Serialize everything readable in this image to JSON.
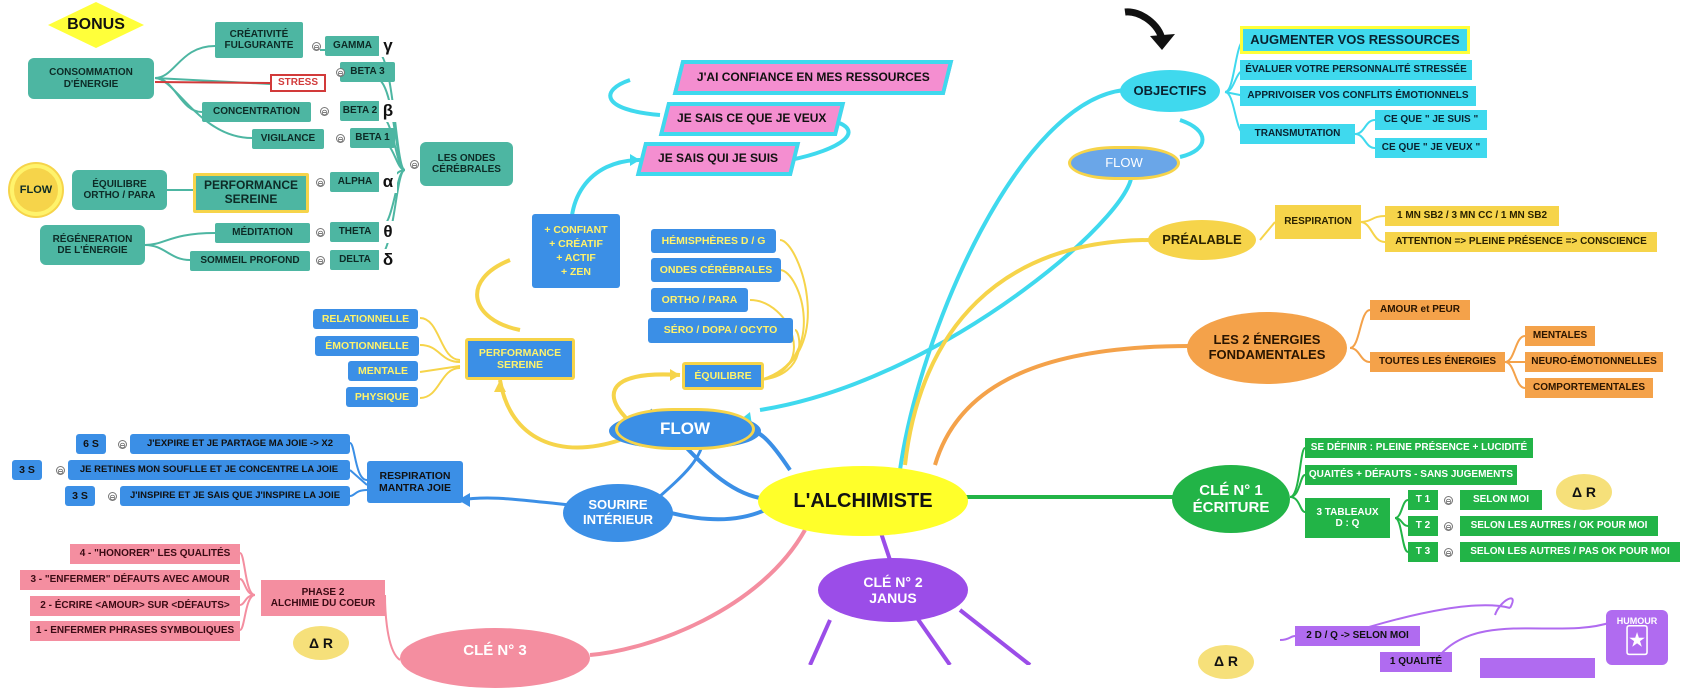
{
  "central": "L'ALCHIMISTE",
  "bonus_branch": {
    "bonus": "BONUS",
    "consommation": "CONSOMMATION\nD'ÉNERGIE",
    "creativite": "CRÉATIVITÉ\nFULGURANTE",
    "stress": "STRESS",
    "concentration": "CONCENTRATION",
    "vigilance": "VIGILANCE",
    "flow_badge": "FLOW",
    "equilibre": "ÉQUILIBRE\nORTHO / PARA",
    "performance": "PERFORMANCE\nSEREINE",
    "regeneration": "RÉGÉNERATION\nDE L'ÉNERGIE",
    "meditation": "MÉDITATION",
    "sommeil": "SOMMEIL PROFOND",
    "ondes": "LES ONDES\nCÉRÉBRALES",
    "waves": [
      {
        "name": "GAMMA",
        "symbol": "γ"
      },
      {
        "name": "BETA 3",
        "symbol": ""
      },
      {
        "name": "BETA 2",
        "symbol": "β"
      },
      {
        "name": "BETA 1",
        "symbol": ""
      },
      {
        "name": "ALPHA",
        "symbol": "α"
      },
      {
        "name": "THETA",
        "symbol": "θ"
      },
      {
        "name": "DELTA",
        "symbol": "δ"
      }
    ]
  },
  "flow_branch": {
    "flow": "FLOW",
    "confiant": "+ CONFIANT\n+ CRÉATIF\n+ ACTIF\n+ ZEN",
    "affirmations": [
      "J'AI CONFIANCE EN MES RESSOURCES",
      "JE SAIS CE QUE JE VEUX",
      "JE SAIS QUI JE SUIS"
    ],
    "equilibre_items": [
      "HÉMISPHÈRES D / G",
      "ONDES CÉRÉBRALES",
      "ORTHO / PARA",
      "SÉRO / DOPA / OCYTO"
    ],
    "equilibre": "ÉQUILIBRE",
    "performance": "PERFORMANCE\nSEREINE",
    "perf_items": [
      "RELATIONNELLE",
      "ÉMOTIONNELLE",
      "MENTALE",
      "PHYSIQUE"
    ]
  },
  "sourire_branch": {
    "sourire": "SOURIRE\nINTÉRIEUR",
    "respiration": "RESPIRATION\nMANTRA JOIE",
    "rows": [
      {
        "time": "6 S",
        "text": "J'EXPIRE ET JE PARTAGE MA JOIE  ->  X2"
      },
      {
        "time": "3 S",
        "text": "JE RETINES MON SOUFLLE ET JE CONCENTRE LA JOIE"
      },
      {
        "time": "3 S",
        "text": "J'INSPIRE ET JE SAIS QUE J'INSPIRE LA JOIE"
      }
    ]
  },
  "cle3_branch": {
    "cle3": "CLÉ N° 3",
    "phase2": "PHASE 2\nALCHIMIE DU COEUR",
    "delta_r": "Δ R",
    "items": [
      "4 - \"HONORER\" LES QUALITÉS",
      "3 - \"ENFERMER\" DÉFAUTS AVEC AMOUR",
      "2 - ÉCRIRE <AMOUR> SUR <DÉFAUTS>",
      "1 - ENFERMER PHRASES SYMBOLIQUES"
    ]
  },
  "objectifs_branch": {
    "objectifs": "OBJECTIFS",
    "flow_cloud": "FLOW",
    "items": [
      "AUGMENTER VOS RESSOURCES",
      "ÉVALUER VOTRE PERSONNALITÉ STRESSÉE",
      "APPRIVOISER VOS CONFLITS ÉMOTIONNELS",
      "TRANSMUTATION"
    ],
    "transmutation_items": [
      "CE QUE \" JE SUIS \"",
      "CE QUE \" JE VEUX \""
    ]
  },
  "prealable_branch": {
    "prealable": "PRÉALABLE",
    "respiration": "RESPIRATION",
    "items": [
      "1 MN SB2 / 3 MN CC / 1 MN SB2",
      "ATTENTION => PLEINE PRÉSENCE => CONSCIENCE"
    ]
  },
  "energies_branch": {
    "title": "LES 2 ÉNERGIES\nFONDAMENTALES",
    "amour": "AMOUR et PEUR",
    "toutes": "TOUTES LES ÉNERGIES",
    "items": [
      "MENTALES",
      "NEURO-ÉMOTIONNELLES",
      "COMPORTEMENTALES"
    ]
  },
  "cle1_branch": {
    "cle1": "CLÉ N° 1\nÉCRITURE",
    "se_definir": "SE DÉFINIR : PLEINE PRÉSENCE + LUCIDITÉ",
    "qualites": "QUAITÉS + DÉFAUTS - SANS JUGEMENTS",
    "tableaux": "3 TABLEAUX\nD : Q",
    "delta_r": "Δ R",
    "t_rows": [
      {
        "t": "T 1",
        "text": "SELON MOI"
      },
      {
        "t": "T 2",
        "text": "SELON LES AUTRES / OK POUR MOI"
      },
      {
        "t": "T 3",
        "text": "SELON LES AUTRES / PAS OK POUR MOI"
      }
    ]
  },
  "cle2_branch": {
    "cle2": "CLÉ N° 2\nJANUS",
    "delta_r": "Δ R",
    "dq": "2 D / Q -> SELON MOI",
    "qualite": "1 QUALITÉ",
    "humour": "HUMOUR"
  }
}
